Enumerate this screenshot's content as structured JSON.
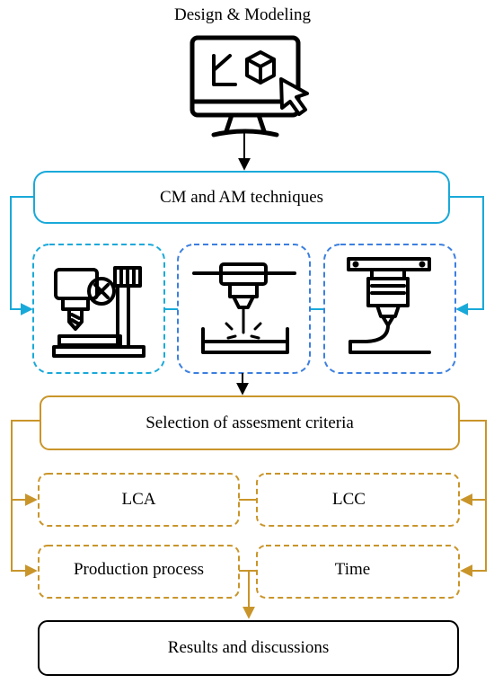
{
  "header": {
    "title": "Design & Modeling",
    "icon": "monitor-with-3d-model-icon"
  },
  "stage1": {
    "label": "CM and AM techniques",
    "color": "#19a9d9",
    "dash_color": "#3c7fe0"
  },
  "machines": [
    {
      "icon": "drilling-machine-icon"
    },
    {
      "icon": "laser-3d-printer-icon"
    },
    {
      "icon": "extrusion-printer-icon"
    }
  ],
  "stage2": {
    "label": "Selection of assesment criteria",
    "color": "#c9952a"
  },
  "criteria": {
    "lca": "LCA",
    "lcc": "LCC",
    "production": "Production process",
    "time": "Time"
  },
  "results": {
    "label": "Results and discussions"
  }
}
